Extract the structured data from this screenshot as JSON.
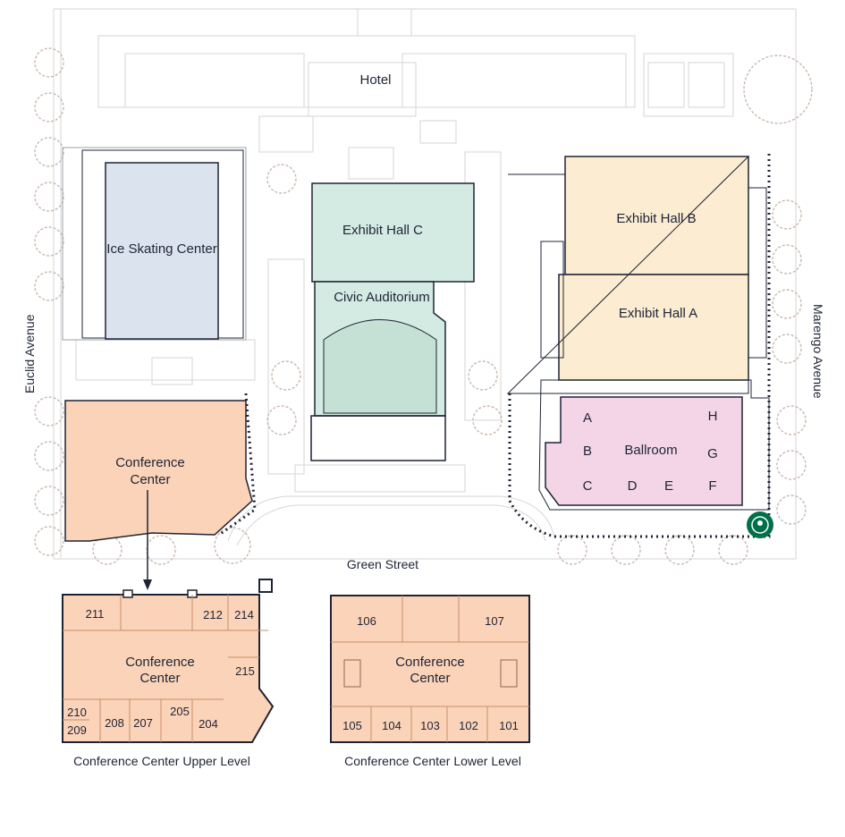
{
  "buildings": {
    "hotel": "Hotel",
    "ice_skating_center": "Ice Skating Center",
    "exhibit_hall_c": "Exhibit Hall C",
    "civic_auditorium": "Civic Auditorium",
    "exhibit_hall_b": "Exhibit Hall B",
    "exhibit_hall_a": "Exhibit Hall A",
    "ballroom": "Ballroom",
    "conference_center_line1": "Conference",
    "conference_center_line2": "Center"
  },
  "ballroom_sections": [
    "A",
    "B",
    "C",
    "D",
    "E",
    "F",
    "G",
    "H"
  ],
  "streets": {
    "euclid": "Euclid Avenue",
    "marengo": "Marengo Avenue",
    "green": "Green Street"
  },
  "upper_level": {
    "title": "Conference Center Upper Level",
    "center_line1": "Conference",
    "center_line2": "Center",
    "rooms": [
      "211",
      "212",
      "214",
      "215",
      "210",
      "209",
      "208",
      "207",
      "205",
      "204"
    ]
  },
  "lower_level": {
    "title": "Conference Center Lower Level",
    "center_line1": "Conference",
    "center_line2": "Center",
    "rooms": [
      "106",
      "107",
      "105",
      "104",
      "103",
      "102",
      "101"
    ]
  },
  "colors": {
    "ice": "#dbe3ef",
    "exhibit_c": "#d3ebe2",
    "exhibit_ab": "#fbecd2",
    "ballroom": "#f4d5e8",
    "conference": "#fbd3b8",
    "outline": "#1f2435",
    "starbucks": "#00704a"
  },
  "icons": {
    "starbucks": "starbucks-logo-icon"
  }
}
